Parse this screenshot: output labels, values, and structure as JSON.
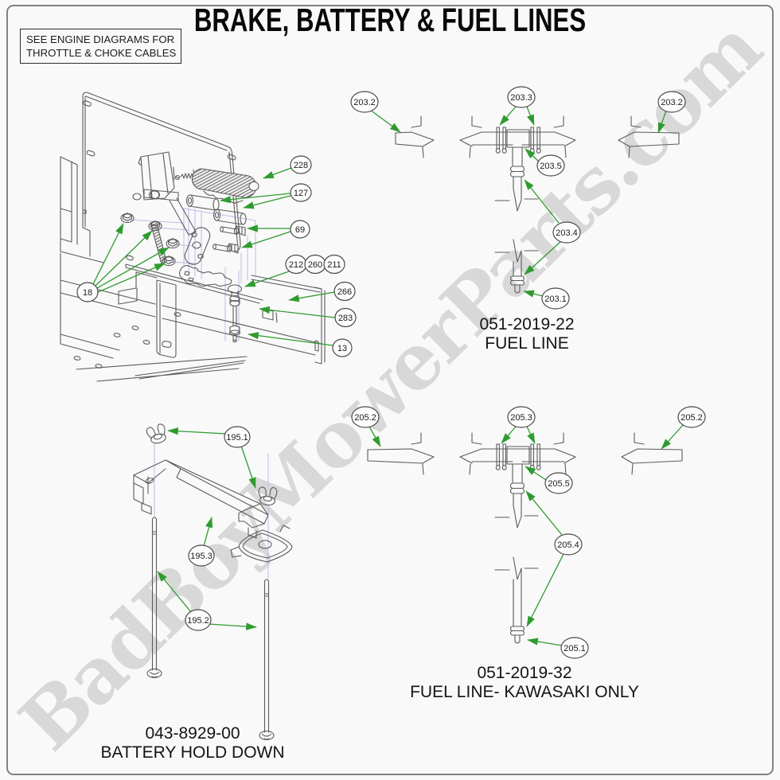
{
  "title": "BRAKE, BATTERY & FUEL LINES",
  "note": {
    "line1": "SEE ENGINE DIAGRAMS FOR",
    "line2": "THROTTLE & CHOKE CABLES"
  },
  "watermark": "BadBoyMowerParts.com",
  "colors": {
    "arrow_green": "#2f9b2f",
    "line_gray": "#5c5c5c",
    "construction_blue": "#bcbcec",
    "watermark_gray": "#d8d8d8",
    "background": "#f9f9f9",
    "border_gray": "#818181"
  },
  "diagrams": {
    "brake": {
      "callouts": {
        "c228": "228",
        "c127": "127",
        "c69": "69",
        "c212": "212",
        "c260": "260",
        "c211": "211",
        "c266": "266",
        "c283": "283",
        "c13": "13",
        "c18": "18"
      }
    },
    "fuel_line_1": {
      "part_number": "051-2019-22",
      "part_name": "FUEL LINE",
      "callouts": {
        "left": "203.2",
        "top": "203.3",
        "right": "203.2",
        "elbow": "203.5",
        "tube": "203.4",
        "tip": "203.1"
      }
    },
    "fuel_line_2": {
      "part_number": "051-2019-32",
      "part_name": "FUEL LINE- KAWASAKI ONLY",
      "callouts": {
        "left": "205.2",
        "top": "205.3",
        "right": "205.2",
        "elbow": "205.5",
        "tube": "205.4",
        "tip": "205.1"
      }
    },
    "battery": {
      "part_number": "043-8929-00",
      "part_name": "BATTERY HOLD DOWN",
      "callouts": {
        "wing_nut": "195.1",
        "rod": "195.2",
        "bracket": "195.3"
      }
    }
  }
}
